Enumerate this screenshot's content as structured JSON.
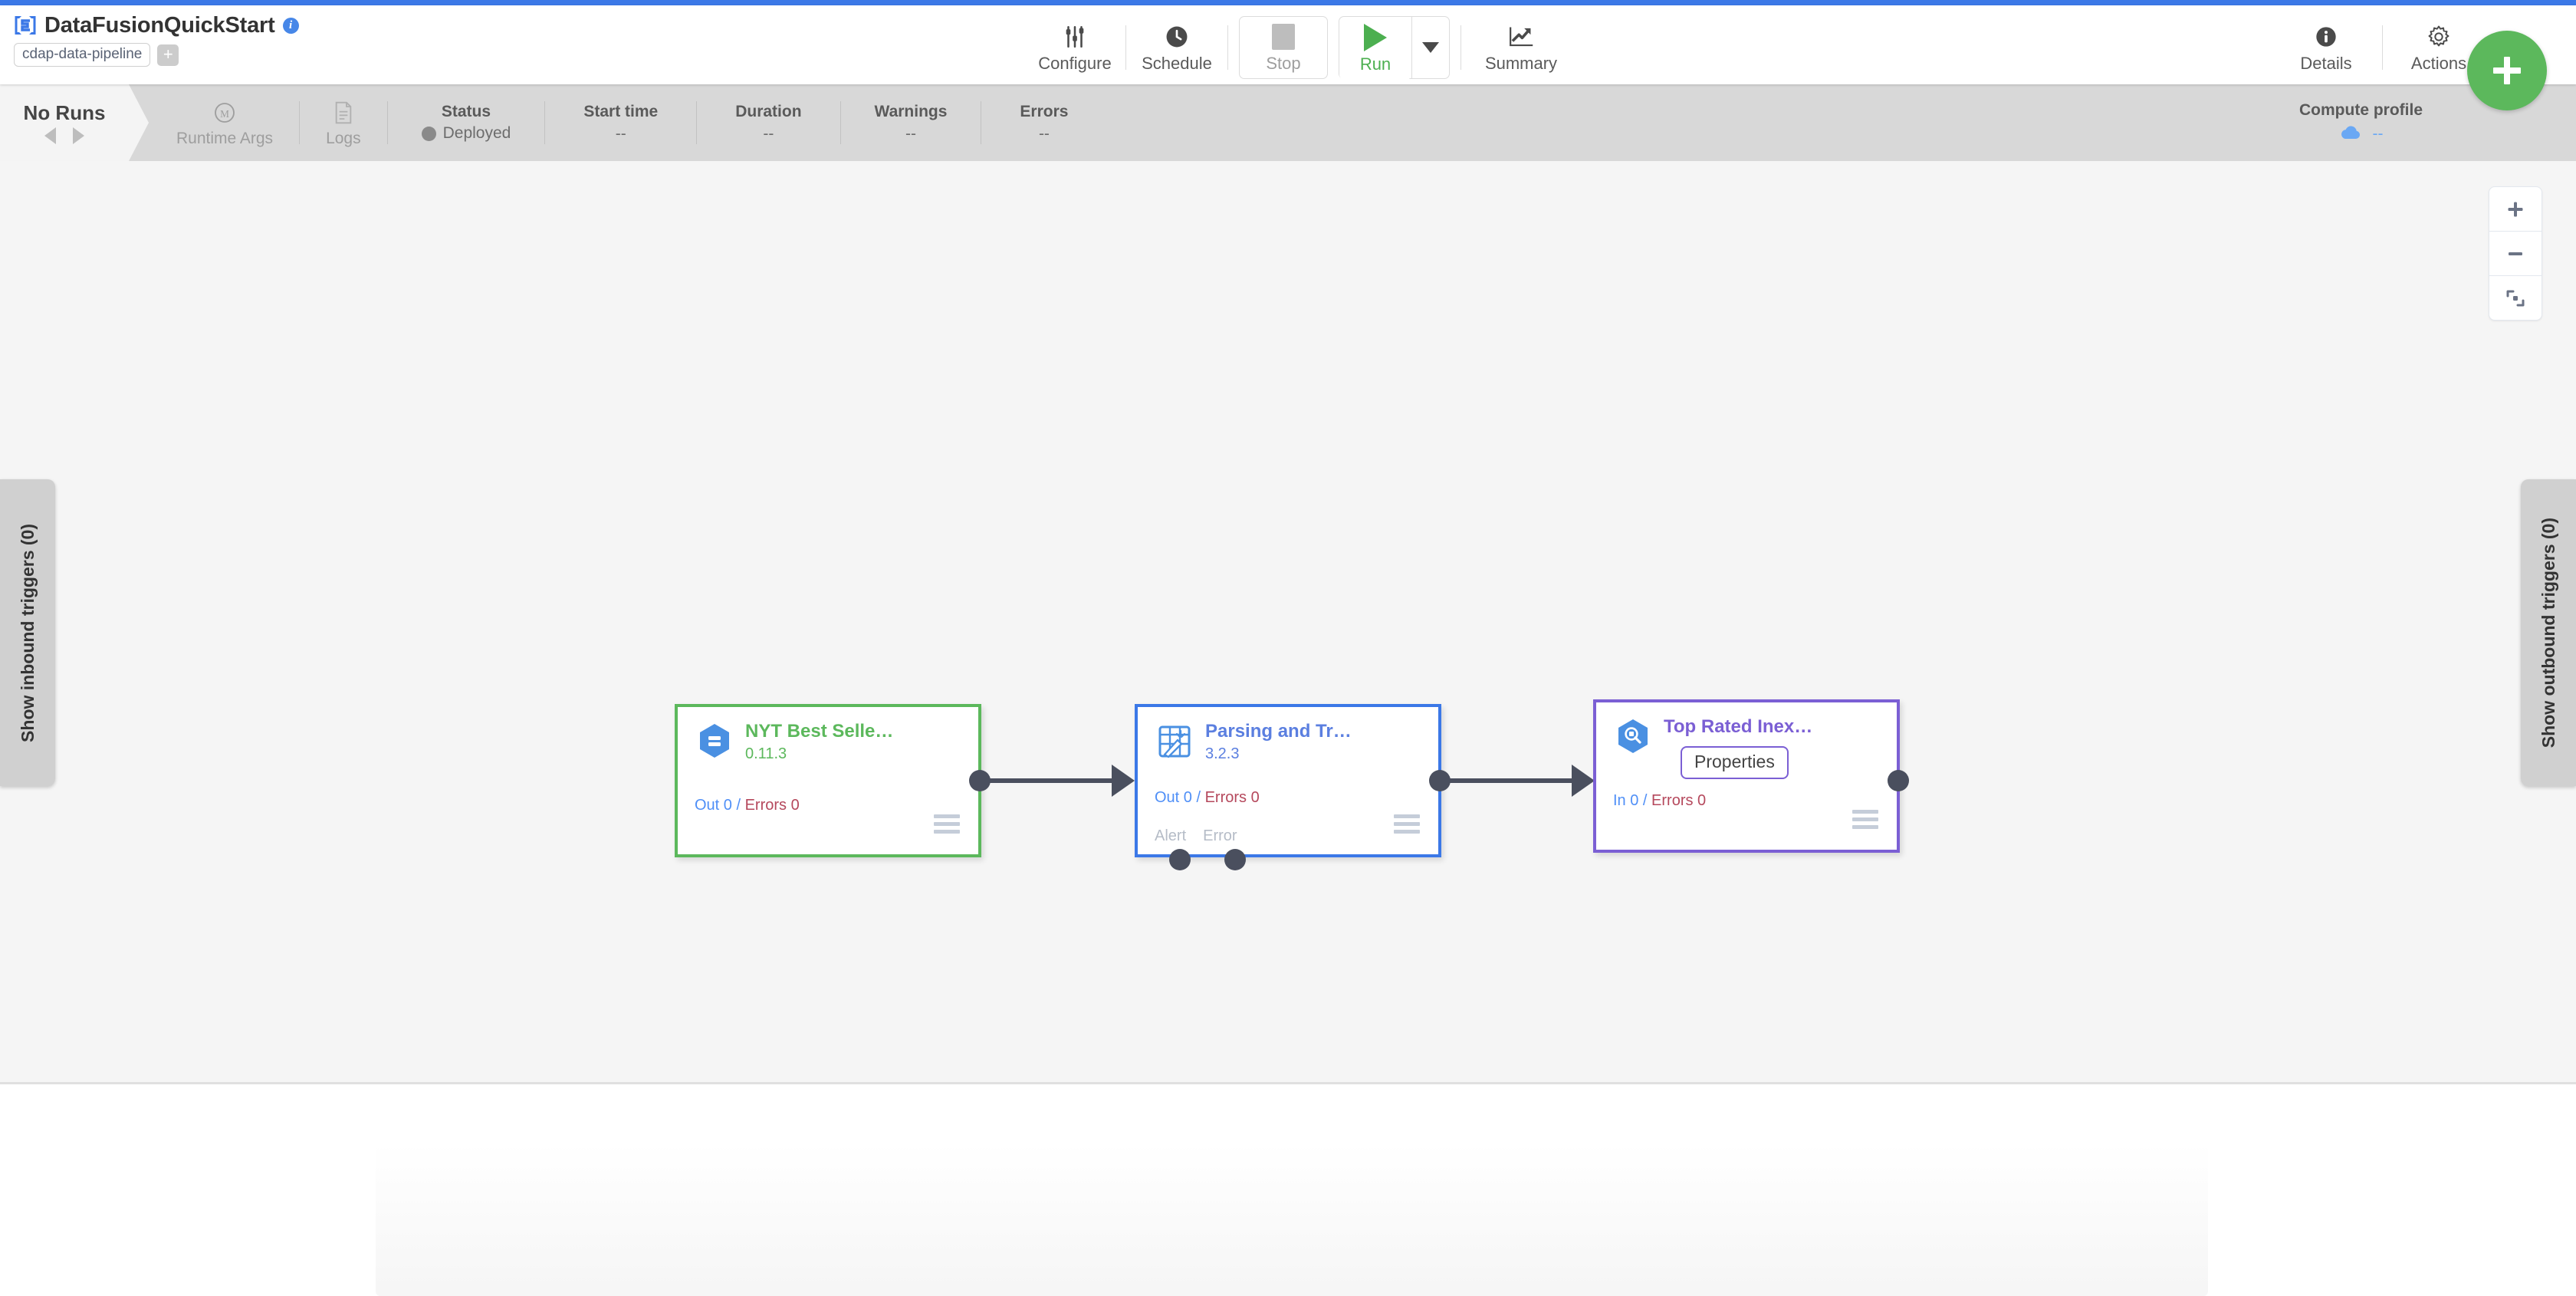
{
  "header": {
    "logo_icon": "cdap-logo-icon",
    "pipeline_name": "DataFusionQuickStart",
    "info_icon": "info-icon",
    "type_tag": "cdap-data-pipeline",
    "add_tag_label": "+",
    "toolbar": [
      {
        "label": "Configure",
        "icon": "sliders-icon"
      },
      {
        "label": "Schedule",
        "icon": "clock-icon"
      },
      {
        "label": "Stop",
        "icon": "stop-square-icon"
      },
      {
        "label": "Run",
        "icon": "play-triangle-icon"
      },
      {
        "label": "Summary",
        "icon": "line-chart-icon"
      },
      {
        "label": "Details",
        "icon": "info-circle-icon"
      },
      {
        "label": "Actions",
        "icon": "gear-icon"
      }
    ],
    "run_caret_icon": "caret-down-icon"
  },
  "statusbar": {
    "runs_label": "No Runs",
    "prev_icon": "arrow-left-icon",
    "next_icon": "arrow-right-icon",
    "runtime_args": {
      "label": "Runtime Args",
      "icon": "macro-icon"
    },
    "logs": {
      "label": "Logs",
      "icon": "document-icon"
    },
    "metrics": [
      {
        "head": "Status",
        "value": "Deployed"
      },
      {
        "head": "Start time",
        "value": "--"
      },
      {
        "head": "Duration",
        "value": "--"
      },
      {
        "head": "Warnings",
        "value": "--"
      },
      {
        "head": "Errors",
        "value": "--"
      }
    ],
    "compute_profile": {
      "head": "Compute profile",
      "value": "--",
      "icon": "cloud-icon"
    }
  },
  "canvas": {
    "left_tab": "Show inbound triggers (0)",
    "right_tab": "Show outbound triggers (0)",
    "zoom_in_icon": "plus-icon",
    "zoom_out_icon": "minus-icon",
    "fit_icon": "fit-to-screen-icon",
    "fab_icon": "plus-icon",
    "nodes": [
      {
        "title": "NYT Best Selle…",
        "version": "0.11.3",
        "icon": "bigquery-source-icon",
        "metric_in_label": "Out 0",
        "metric_err_label": "Errors 0",
        "menu_icon": "hamburger-menu-icon",
        "accent": "#5cb85c"
      },
      {
        "title": "Parsing and Tr…",
        "version": "3.2.3",
        "icon": "wrangler-transform-icon",
        "metric_in_label": "Out 0",
        "metric_err_label": "Errors 0",
        "port_alert": "Alert",
        "port_error": "Error",
        "menu_icon": "hamburger-menu-icon",
        "accent": "#3b78e7"
      },
      {
        "title": "Top Rated Inex…",
        "icon": "bigquery-sink-icon",
        "tooltip": "Properties",
        "metric_in_label": "In 0",
        "metric_err_label": "Errors 0",
        "menu_icon": "hamburger-menu-icon",
        "accent": "#7b5fd4"
      }
    ]
  },
  "colors": {
    "accent_blue": "#3b78e7",
    "green": "#5cb85c",
    "purple": "#7b5fd4",
    "error_red": "#b5485c",
    "canvas_bg": "#f5f5f5",
    "statusbar_bg": "#d8d8d8"
  }
}
